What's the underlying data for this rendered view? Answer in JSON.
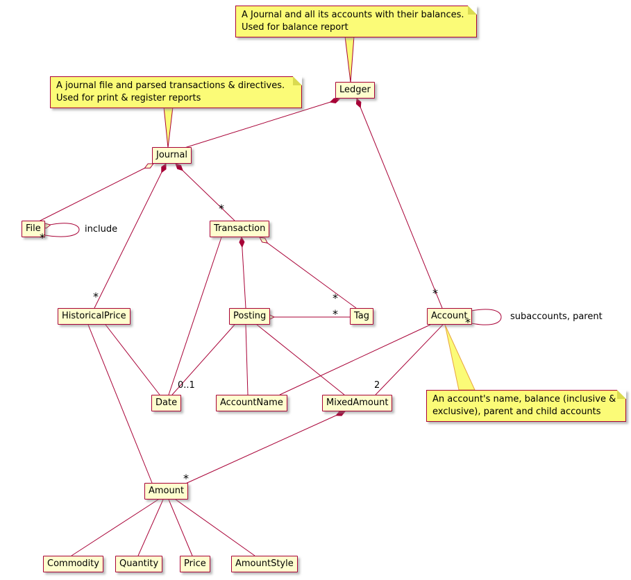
{
  "diagram": {
    "type": "uml-class-diagram",
    "colors": {
      "class_fill": "#FEFECE",
      "class_border": "#A80036",
      "edge": "#A80036",
      "note_fill": "#FBFB77",
      "note_pointer_border": "#E8A33D",
      "text": "#000000"
    },
    "classes": {
      "ledger": "Ledger",
      "journal": "Journal",
      "file": "File",
      "transaction": "Transaction",
      "historical_price": "HistoricalPrice",
      "posting": "Posting",
      "tag": "Tag",
      "account": "Account",
      "date": "Date",
      "account_name": "AccountName",
      "mixed_amount": "MixedAmount",
      "amount": "Amount",
      "commodity": "Commodity",
      "quantity": "Quantity",
      "price": "Price",
      "amount_style": "AmountStyle"
    },
    "notes": [
      {
        "target": "Ledger",
        "line1": "A Journal and all its accounts with their balances.",
        "line2": "Used for balance report"
      },
      {
        "target": "Journal",
        "line1": "A journal file and parsed transactions & directives.",
        "line2": "Used for print & register reports"
      },
      {
        "target": "Account",
        "line1": "An account's name, balance (inclusive &",
        "line2": "exclusive), parent and child accounts"
      }
    ],
    "relationships": [
      {
        "from": "Ledger",
        "to": "Journal",
        "type": "composition"
      },
      {
        "from": "Ledger",
        "to": "Account",
        "type": "composition",
        "target_multiplicity": "*"
      },
      {
        "from": "Journal",
        "to": "File",
        "type": "aggregation"
      },
      {
        "from": "File",
        "to": "File",
        "type": "aggregation",
        "label": "include",
        "target_multiplicity": "*"
      },
      {
        "from": "Journal",
        "to": "Transaction",
        "type": "composition",
        "target_multiplicity": "*"
      },
      {
        "from": "Journal",
        "to": "HistoricalPrice",
        "type": "composition",
        "target_multiplicity": "*"
      },
      {
        "from": "Transaction",
        "to": "Posting",
        "type": "composition"
      },
      {
        "from": "Transaction",
        "to": "Tag",
        "type": "aggregation",
        "target_multiplicity": "*"
      },
      {
        "from": "Transaction",
        "to": "Date",
        "type": "association"
      },
      {
        "from": "Posting",
        "to": "Tag",
        "type": "aggregation",
        "target_multiplicity": "*"
      },
      {
        "from": "Posting",
        "to": "Date",
        "type": "association",
        "target_multiplicity": "0..1"
      },
      {
        "from": "Posting",
        "to": "AccountName",
        "type": "association"
      },
      {
        "from": "Posting",
        "to": "MixedAmount",
        "type": "association"
      },
      {
        "from": "Account",
        "to": "Account",
        "type": "aggregation",
        "label": "subaccounts, parent",
        "target_multiplicity": "*"
      },
      {
        "from": "Account",
        "to": "AccountName",
        "type": "association"
      },
      {
        "from": "Account",
        "to": "MixedAmount",
        "type": "association",
        "target_multiplicity": "2"
      },
      {
        "from": "MixedAmount",
        "to": "Amount",
        "type": "composition",
        "target_multiplicity": "*"
      },
      {
        "from": "HistoricalPrice",
        "to": "Date",
        "type": "association"
      },
      {
        "from": "HistoricalPrice",
        "to": "Amount",
        "type": "association"
      },
      {
        "from": "Amount",
        "to": "Commodity",
        "type": "association"
      },
      {
        "from": "Amount",
        "to": "Quantity",
        "type": "association"
      },
      {
        "from": "Amount",
        "to": "Price",
        "type": "association"
      },
      {
        "from": "Amount",
        "to": "AmountStyle",
        "type": "association"
      }
    ]
  }
}
